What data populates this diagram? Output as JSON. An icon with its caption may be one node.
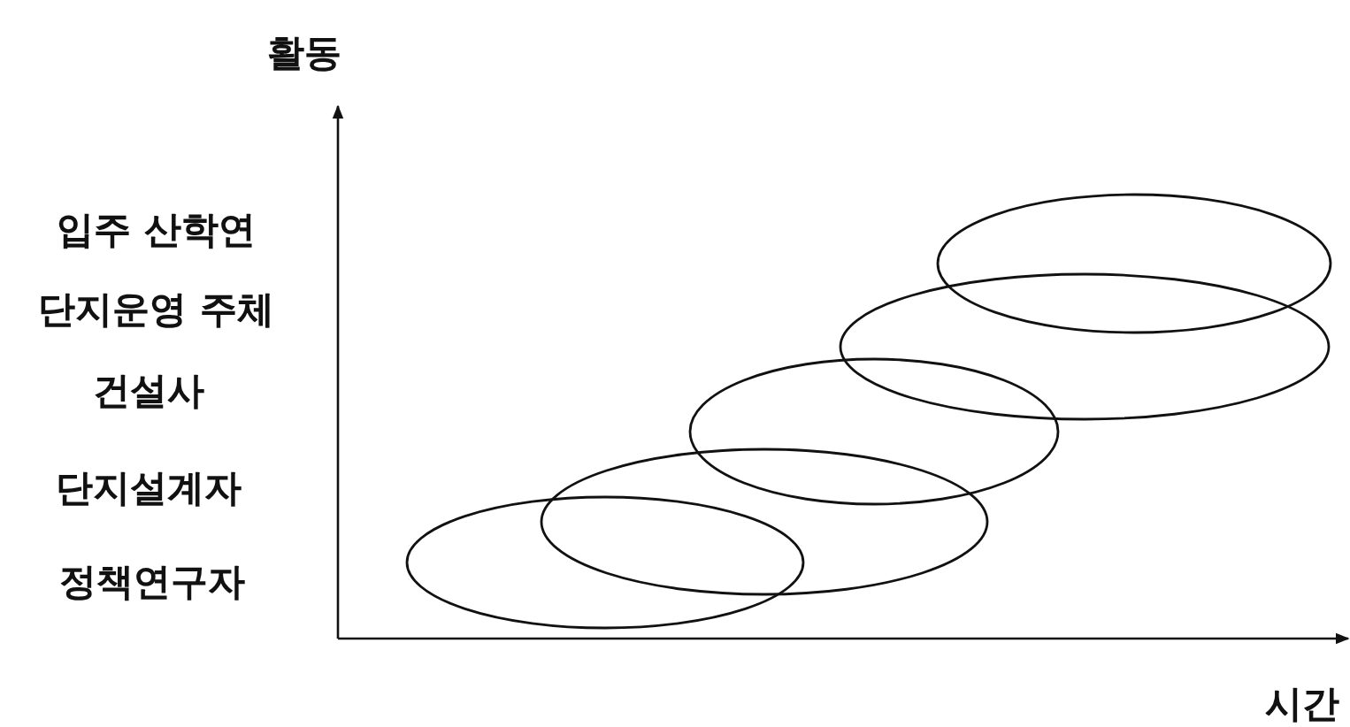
{
  "diagram": {
    "nodes": [
      {
        "text": [],
        "shape": "ellipse"
      },
      {
        "text": [],
        "shape": "ellipse"
      },
      {
        "text": [],
        "shape": "ellipse"
      },
      {
        "text": [],
        "shape": "ellipse"
      },
      {
        "text": [],
        "shape": "ellipse"
      }
    ],
    "labels": [
      "활동",
      "입주 산학연",
      "단지운영 주체",
      "건설사",
      "단지설계자",
      "정책연구자",
      "시간"
    ]
  }
}
